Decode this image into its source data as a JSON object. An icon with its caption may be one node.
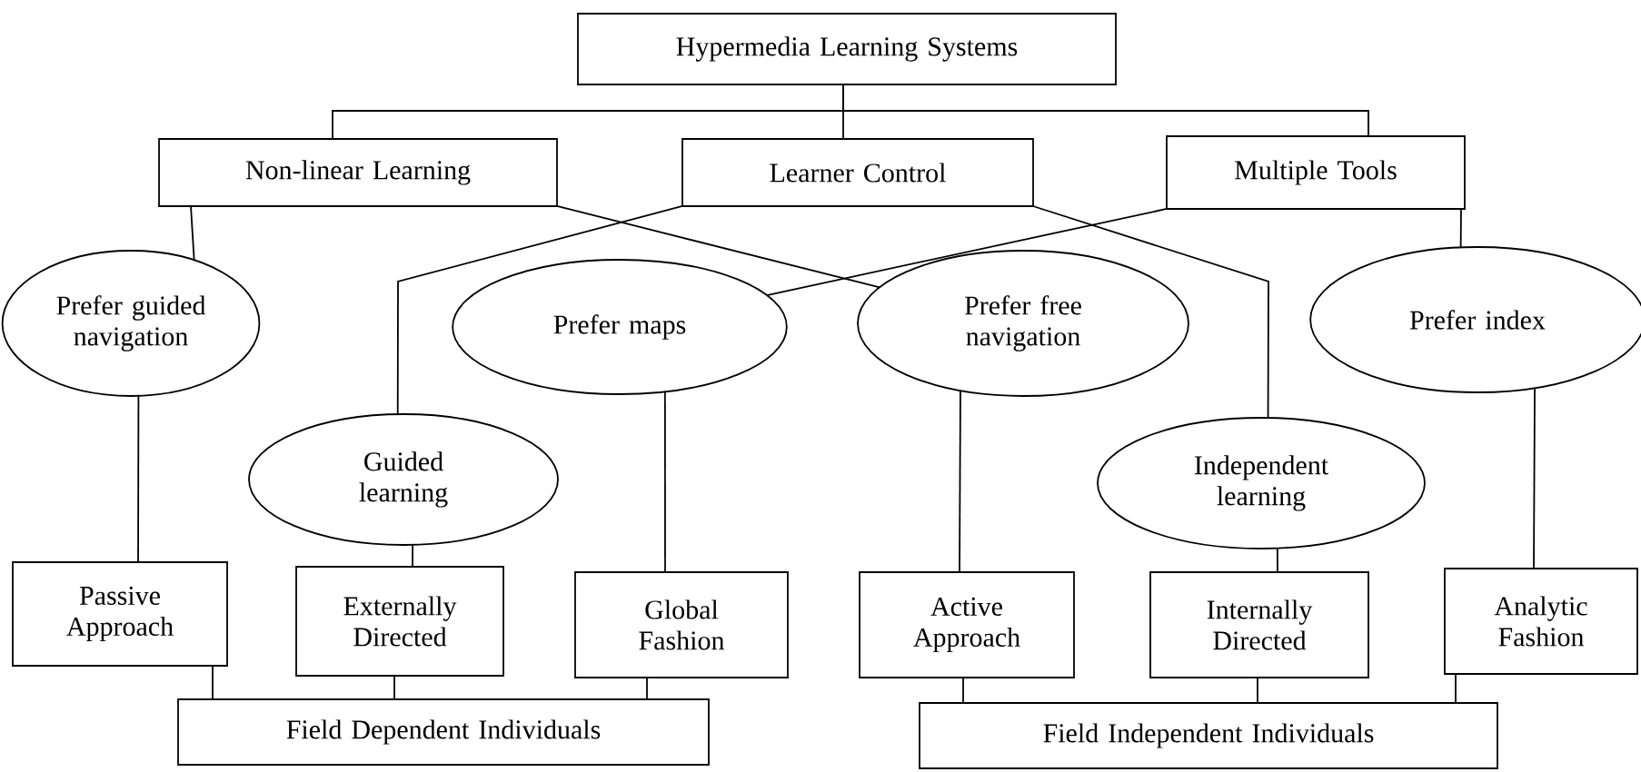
{
  "diagram": {
    "nodes": [
      {
        "text": [
          "Hypermedia Learning Systems"
        ]
      },
      {
        "text": [
          "Non-linear Learning"
        ]
      },
      {
        "text": [
          "Learner Control"
        ]
      },
      {
        "text": [
          "Multiple Tools"
        ]
      },
      {
        "text": [
          "Prefer guided navigation"
        ]
      },
      {
        "text": [
          "Prefer maps"
        ]
      },
      {
        "text": [
          "Prefer free navigation"
        ]
      },
      {
        "text": [
          "Prefer index"
        ]
      },
      {
        "text": [
          "Guided learning"
        ]
      },
      {
        "text": [
          "Independent learning"
        ]
      },
      {
        "text": [
          "Passive Approach"
        ]
      },
      {
        "text": [
          "Externally Directed"
        ]
      },
      {
        "text": [
          "Global Fashion"
        ]
      },
      {
        "text": [
          "Active Approach"
        ]
      },
      {
        "text": [
          "Internally Directed"
        ]
      },
      {
        "text": [
          "Analytic Fashion"
        ]
      },
      {
        "text": [
          "Field Dependent Individuals"
        ]
      },
      {
        "text": [
          "Field Independent Individuals"
        ]
      }
    ],
    "edges": [
      {
        "from": 0,
        "to": 1,
        "arrow": "none"
      },
      {
        "from": 0,
        "to": 2,
        "arrow": "none"
      },
      {
        "from": 0,
        "to": 3,
        "arrow": "none"
      },
      {
        "from": 1,
        "to": 4,
        "arrow": "none"
      },
      {
        "from": 1,
        "to": 6,
        "arrow": "none"
      },
      {
        "from": 2,
        "to": 8,
        "arrow": "none"
      },
      {
        "from": 2,
        "to": 9,
        "arrow": "none"
      },
      {
        "from": 3,
        "to": 5,
        "arrow": "none"
      },
      {
        "from": 3,
        "to": 7,
        "arrow": "none"
      },
      {
        "from": 4,
        "to": 10,
        "arrow": "none"
      },
      {
        "from": 5,
        "to": 12,
        "arrow": "none"
      },
      {
        "from": 6,
        "to": 13,
        "arrow": "none"
      },
      {
        "from": 7,
        "to": 15,
        "arrow": "none"
      },
      {
        "from": 8,
        "to": 11,
        "arrow": "none"
      },
      {
        "from": 9,
        "to": 14,
        "arrow": "none"
      },
      {
        "from": 10,
        "to": 16,
        "arrow": "none"
      },
      {
        "from": 11,
        "to": 16,
        "arrow": "none"
      },
      {
        "from": 12,
        "to": 16,
        "arrow": "none"
      },
      {
        "from": 13,
        "to": 17,
        "arrow": "none"
      },
      {
        "from": 14,
        "to": 17,
        "arrow": "none"
      },
      {
        "from": 15,
        "to": 17,
        "arrow": "none"
      }
    ]
  }
}
